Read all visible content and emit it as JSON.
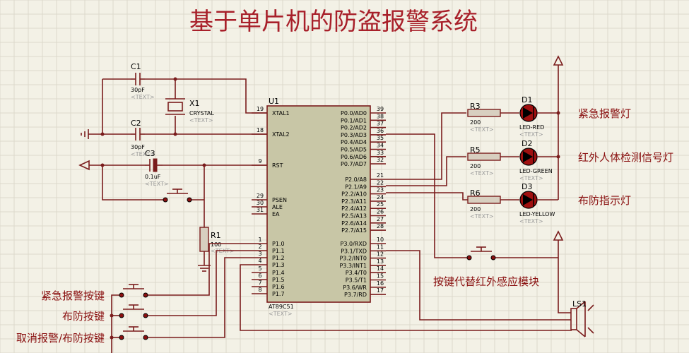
{
  "title": "基于单片机的防盗报警系统",
  "crystal_section": {
    "c1_ref": "C1",
    "c1_value": "30pF",
    "c1_text": "<TEXT>",
    "c2_ref": "C2",
    "c2_value": "30pF",
    "c2_text": "<TEXT>",
    "x1_ref": "X1",
    "x1_value": "CRYSTAL",
    "x1_text": "<TEXT>"
  },
  "reset_section": {
    "c3_ref": "C3",
    "c3_value": "0.1uF",
    "c3_text": "<TEXT>",
    "r1_ref": "R1",
    "r1_value": "100",
    "r1_text": "<TEXT>"
  },
  "mcu": {
    "ref": "U1",
    "part": "AT89C51",
    "text": "<TEXT>",
    "left_pins": [
      {
        "num": "19",
        "name": "XTAL1"
      },
      {
        "num": "18",
        "name": "XTAL2"
      },
      {
        "num": "9",
        "name": "RST"
      },
      {
        "num": "29",
        "name": "PSEN"
      },
      {
        "num": "30",
        "name": "ALE"
      },
      {
        "num": "31",
        "name": "EA"
      },
      {
        "num": "1",
        "name": "P1.0"
      },
      {
        "num": "2",
        "name": "P1.1"
      },
      {
        "num": "3",
        "name": "P1.2"
      },
      {
        "num": "4",
        "name": "P1.3"
      },
      {
        "num": "5",
        "name": "P1.4"
      },
      {
        "num": "6",
        "name": "P1.5"
      },
      {
        "num": "7",
        "name": "P1.6"
      },
      {
        "num": "8",
        "name": "P1.7"
      }
    ],
    "right_pins": [
      {
        "num": "39",
        "name": "P0.0/AD0"
      },
      {
        "num": "38",
        "name": "P0.1/AD1"
      },
      {
        "num": "37",
        "name": "P0.2/AD2"
      },
      {
        "num": "36",
        "name": "P0.3/AD3"
      },
      {
        "num": "35",
        "name": "P0.4/AD4"
      },
      {
        "num": "34",
        "name": "P0.5/AD5"
      },
      {
        "num": "33",
        "name": "P0.6/AD6"
      },
      {
        "num": "32",
        "name": "P0.7/AD7"
      },
      {
        "num": "21",
        "name": "P2.0/A8"
      },
      {
        "num": "22",
        "name": "P2.1/A9"
      },
      {
        "num": "23",
        "name": "P2.2/A10"
      },
      {
        "num": "24",
        "name": "P2.3/A11"
      },
      {
        "num": "25",
        "name": "P2.4/A12"
      },
      {
        "num": "26",
        "name": "P2.5/A13"
      },
      {
        "num": "27",
        "name": "P2.6/A14"
      },
      {
        "num": "28",
        "name": "P2.7/A15"
      },
      {
        "num": "10",
        "name": "P3.0/RXD"
      },
      {
        "num": "11",
        "name": "P3.1/TXD"
      },
      {
        "num": "12",
        "name": "P3.2/INT0"
      },
      {
        "num": "13",
        "name": "P3.3/INT1"
      },
      {
        "num": "14",
        "name": "P3.4/T0"
      },
      {
        "num": "15",
        "name": "P3.5/T1"
      },
      {
        "num": "16",
        "name": "P3.6/WR"
      },
      {
        "num": "17",
        "name": "P3.7/RD"
      }
    ]
  },
  "leds": [
    {
      "r_ref": "R3",
      "r_value": "200",
      "r_text": "<TEXT>",
      "d_ref": "D1",
      "d_value": "LED-RED",
      "d_text": "<TEXT>",
      "label": "紧急报警灯"
    },
    {
      "r_ref": "R5",
      "r_value": "200",
      "r_text": "<TEXT>",
      "d_ref": "D2",
      "d_value": "LED-GREEN",
      "d_text": "<TEXT>",
      "label": "红外人体检测信号灯"
    },
    {
      "r_ref": "R6",
      "r_value": "200",
      "r_text": "<TEXT>",
      "d_ref": "D3",
      "d_value": "LED-YELLOW",
      "d_text": "<TEXT>",
      "label": "布防指示灯"
    }
  ],
  "sensor_button_label": "按键代替红外感应模块",
  "buzzer_ref": "LS1",
  "buttons": [
    {
      "label": "紧急报警按键"
    },
    {
      "label": "布防按键"
    },
    {
      "label": "取消报警/布防按键"
    }
  ]
}
